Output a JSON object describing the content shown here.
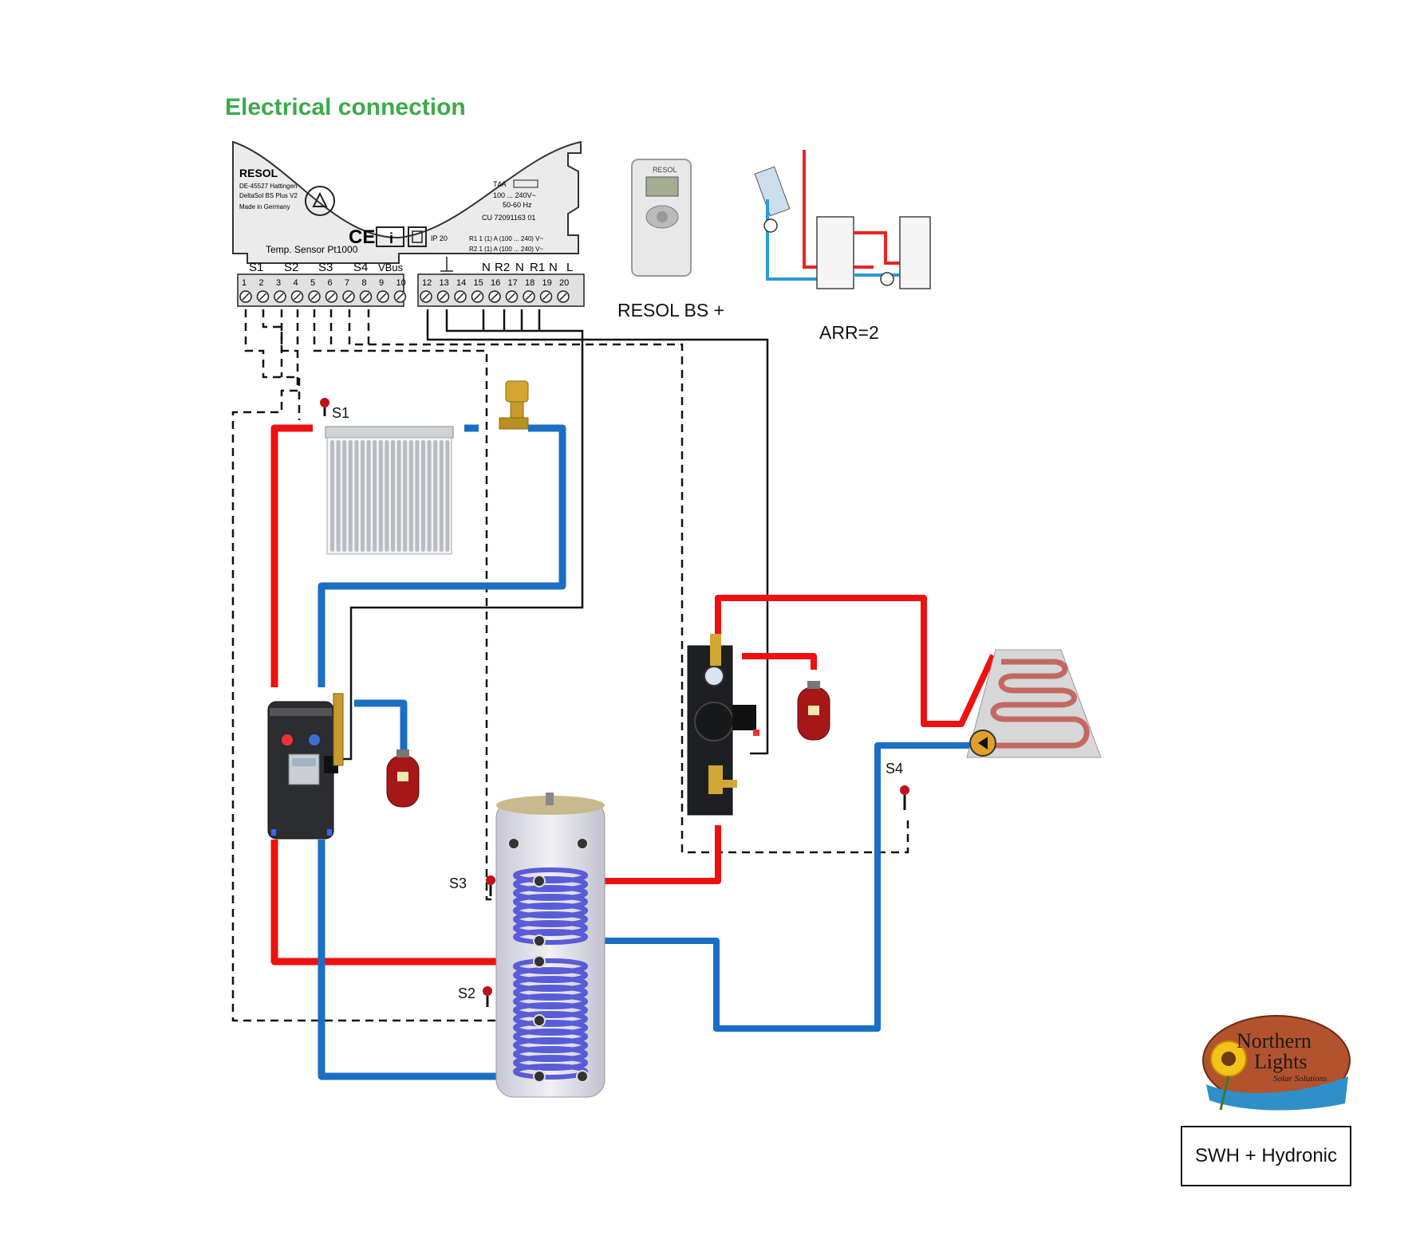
{
  "title": "Electrical connection",
  "controller_plate": {
    "brand": "RESOL",
    "address_line1": "DE-45527 Hattingen",
    "address_line2": "DeltaSol BS Plus V2",
    "address_line3": "Made in Germany",
    "fuse": "T4A",
    "voltage": "100 ... 240V~",
    "freq": "50-60 Hz",
    "code": "CU 72091163 01",
    "ip": "IP 20",
    "relay1": "R1 1 (1) A (100 ... 240) V~",
    "relay2": "R2 1 (1) A (100 ... 240) V~",
    "sensor_note": "Temp. Sensor Pt1000",
    "group_labels": [
      "S1",
      "S2",
      "S3",
      "S4",
      "VBus",
      "N",
      "R2",
      "N",
      "R1",
      "N",
      "L"
    ],
    "terminal_numbers": [
      "1",
      "2",
      "3",
      "4",
      "5",
      "6",
      "7",
      "8",
      "9",
      "10",
      "12",
      "13",
      "14",
      "15",
      "16",
      "17",
      "18",
      "19",
      "20"
    ]
  },
  "controller_caption": "RESOL BS +",
  "mini_controller_brand": "RESOL",
  "arrangement_caption": "ARR=2",
  "sensors": {
    "s1": "S1",
    "s2": "S2",
    "s3": "S3",
    "s4": "S4"
  },
  "logo": {
    "line1": "Northern",
    "line2": "Lights",
    "line3": "Solar Solutions"
  },
  "system_label": "SWH + Hydronic",
  "colors": {
    "hot": "#ee1111",
    "cold": "#1a6fc4",
    "wire": "#111111",
    "title": "#3cab4a",
    "tank_coil": "#5a5bd6"
  }
}
